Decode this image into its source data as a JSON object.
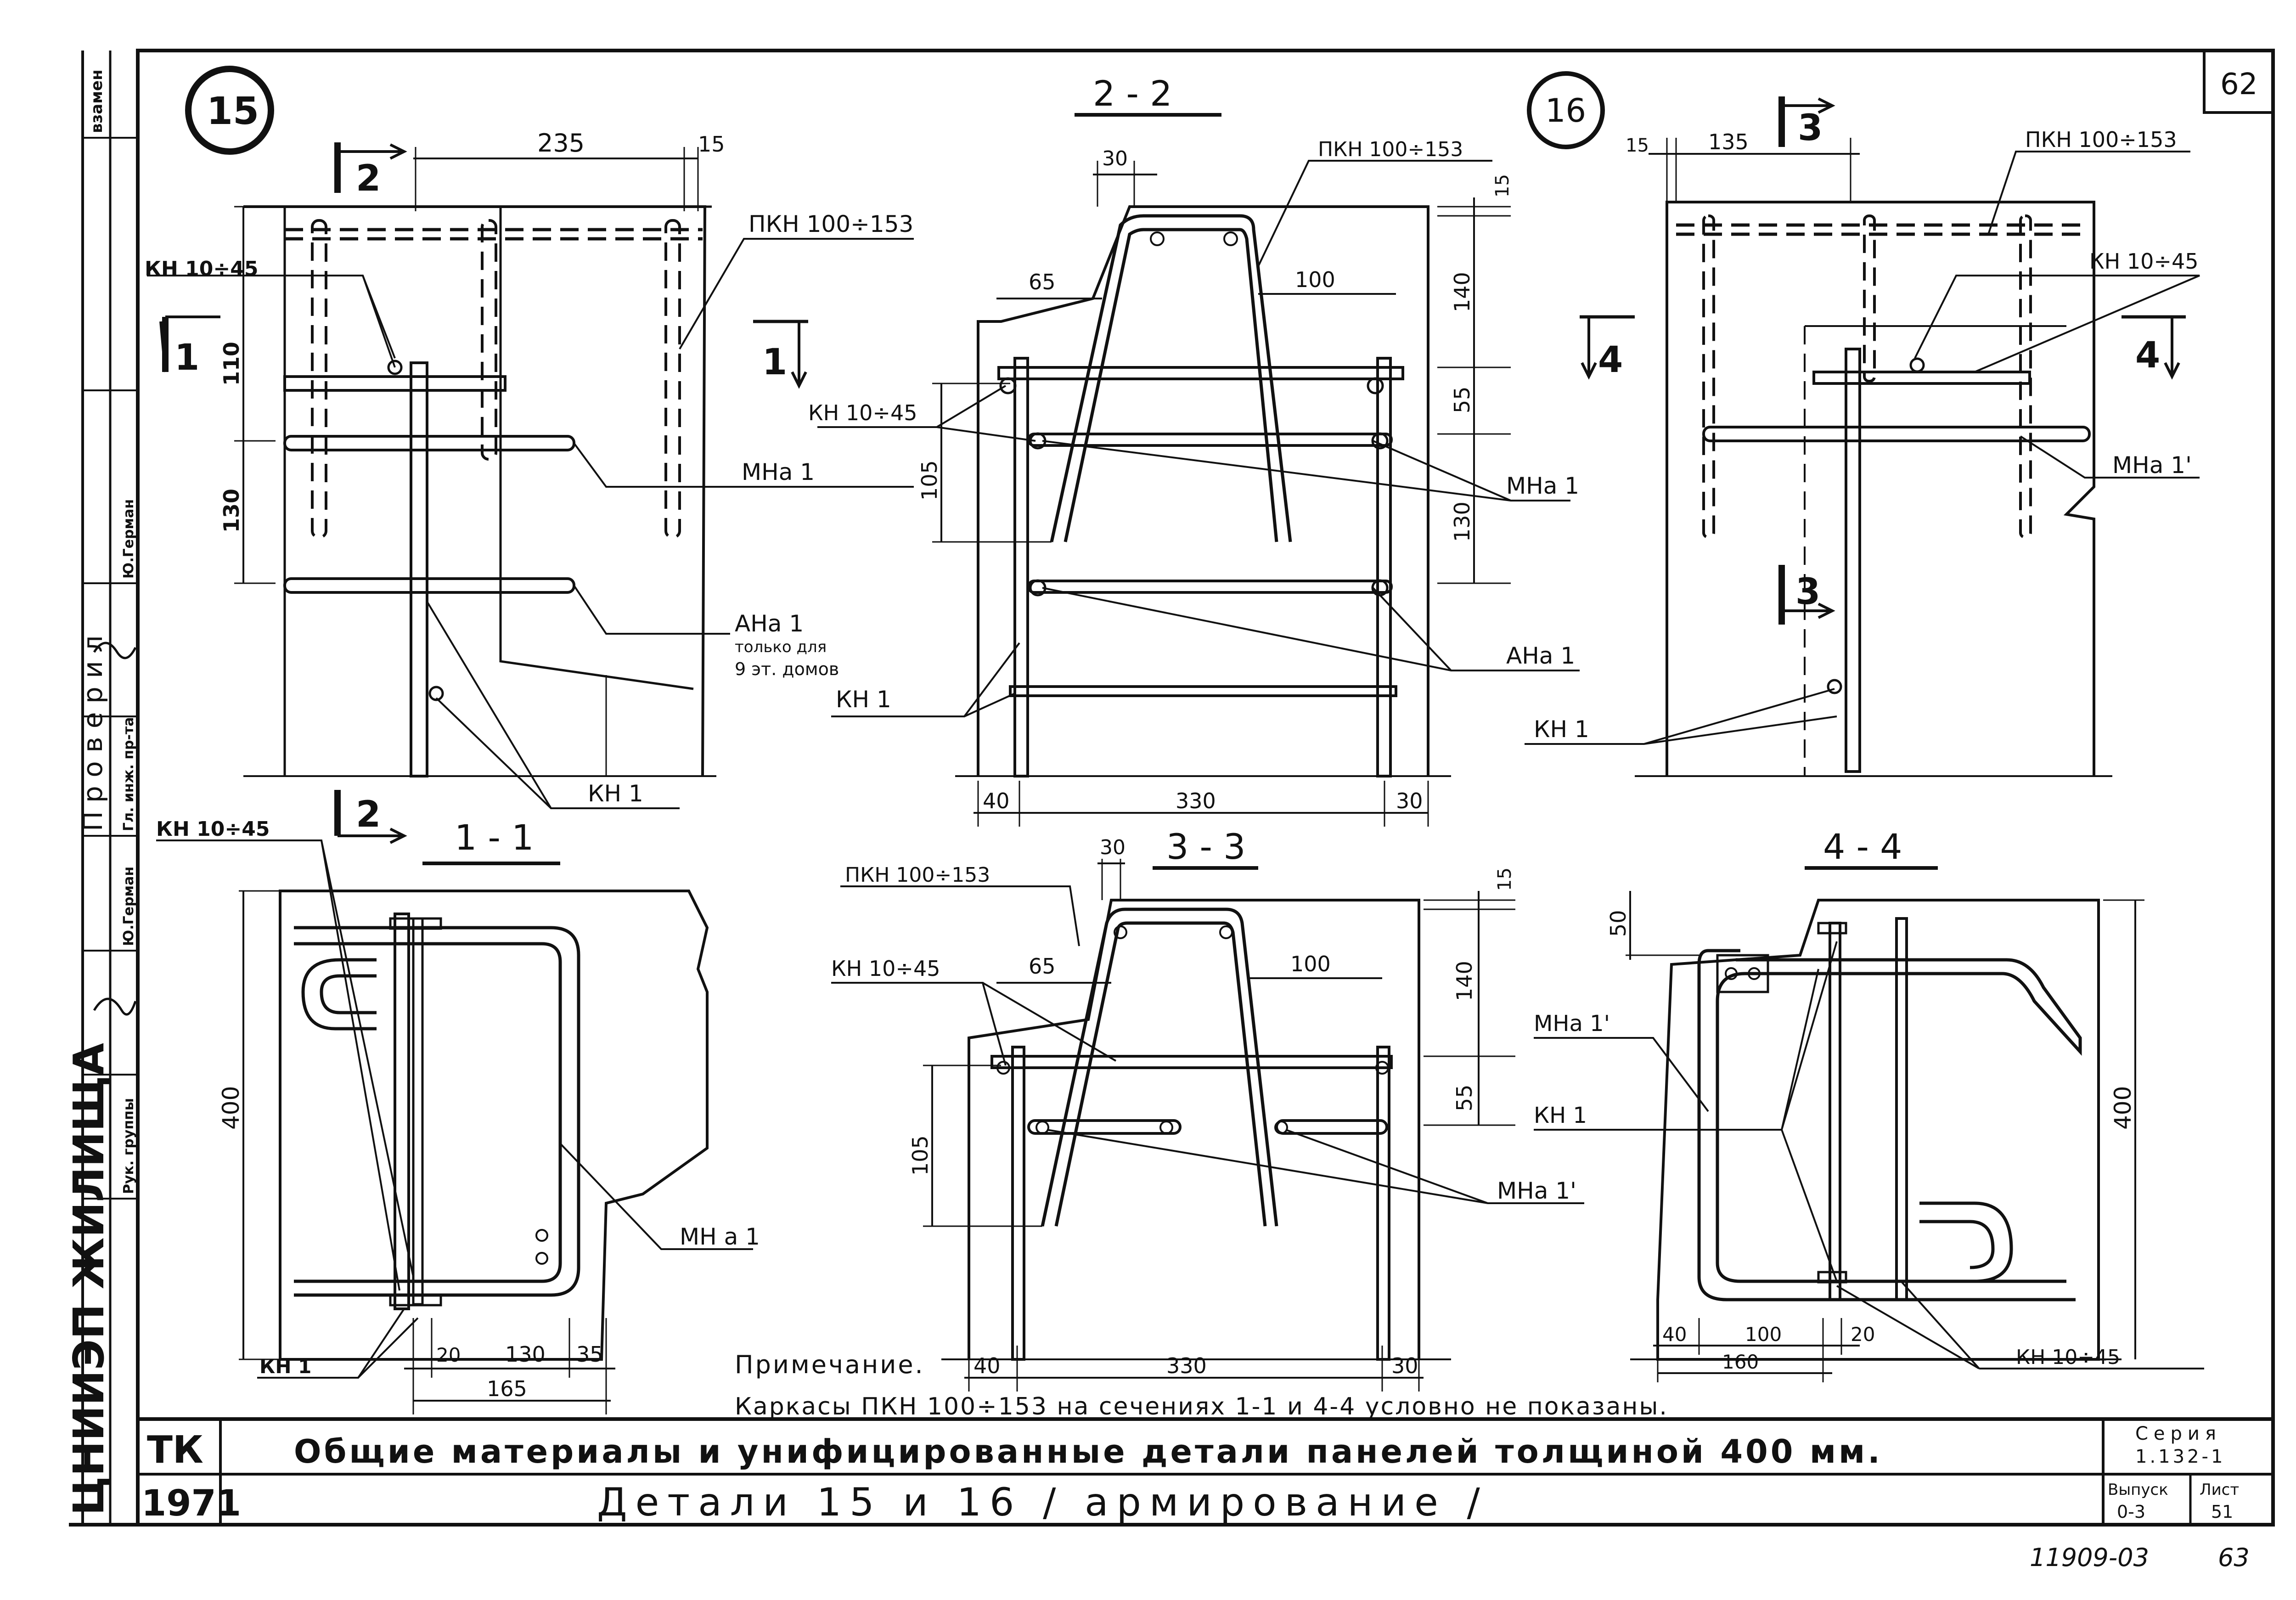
{
  "sheet": {
    "page_number": "62",
    "bottom_stamp": "11909-03",
    "bottom_page": "63"
  },
  "side_stamp": {
    "top": "взамен",
    "org": "ЦНИИЭП ЖИЛИЩА",
    "checked": "П р о в е р и л",
    "role_1": "Гл. инж. пр-та",
    "role_2": "Рук. группы",
    "name_1": "Ю.Герман",
    "name_2": "Ю.Герман"
  },
  "title_block": {
    "tk": "ТК",
    "year": "1971",
    "title_1": "Общие материалы и унифицированные детали панелей толщиной 400 мм.",
    "title_2": "Детали 15 и 16 / армирование /",
    "series_label": "Серия",
    "series_value": "1.132-1",
    "issue_label": "Выпуск",
    "issue_value": "0-3",
    "sheet_label": "Лист",
    "sheet_value": "51"
  },
  "note": {
    "heading": "Примечание.",
    "text": "Каркасы ПКН 100÷153 на сечениях 1-1 и 4-4 условно не показаны."
  },
  "detail_15": {
    "marker": "15",
    "cut_2_top": "2",
    "cut_1_left": "1",
    "cut_1_right": "1",
    "cut_2_bottom": "2",
    "dim_235": "235",
    "dim_15": "15",
    "dim_110": "110",
    "dim_130": "130",
    "label_pkn": "ПКН 100÷153",
    "label_kn_10_45": "КН 10÷45",
    "label_mna1": "МНа 1",
    "label_ana1": "АНа 1",
    "label_ana1_note_1": "только для",
    "label_ana1_note_2": "9 эт. домов",
    "label_kn1": "КН 1"
  },
  "section_2_2": {
    "title": "2 - 2",
    "dim_30": "30",
    "dim_65": "65",
    "dim_100": "100",
    "dim_15": "15",
    "dim_140": "140",
    "dim_55": "55",
    "dim_130": "130",
    "dim_105": "105",
    "dim_40": "40",
    "dim_330": "330",
    "dim_30b": "30",
    "label_pkn": "ПКН 100÷153",
    "label_kn_10_45": "КН 10÷45",
    "label_mna1": "МНа 1",
    "label_ana1": "АНа 1",
    "label_kn1": "КН 1"
  },
  "detail_16": {
    "marker": "16",
    "cut_3_top": "3",
    "cut_4_left": "4",
    "cut_4_right": "4",
    "cut_3_mid": "3",
    "dim_15": "15",
    "dim_135": "135",
    "label_pkn": "ПКН 100÷153",
    "label_kn_10_45": "КН 10÷45",
    "label_mna1p": "МНа 1'",
    "label_kn1": "КН 1"
  },
  "section_1_1": {
    "title": "1 - 1",
    "dim_400": "400",
    "dim_20": "20",
    "dim_130": "130",
    "dim_35": "35",
    "dim_165": "165",
    "label_kn_10_45": "КН 10÷45",
    "label_mna1": "МН а 1",
    "label_kn1": "КН 1"
  },
  "section_3_3": {
    "title": "3 - 3",
    "dim_30": "30",
    "dim_65": "65",
    "dim_100": "100",
    "dim_15": "15",
    "dim_140": "140",
    "dim_55": "55",
    "dim_105": "105",
    "dim_40": "40",
    "dim_330": "330",
    "dim_30b": "30",
    "label_pkn": "ПКН 100÷153",
    "label_kn_10_45": "КН 10÷45",
    "label_mna1p": "МНа 1'"
  },
  "section_4_4": {
    "title": "4 - 4",
    "dim_50": "50",
    "dim_400": "400",
    "dim_40": "40",
    "dim_100": "100",
    "dim_20": "20",
    "dim_160": "160",
    "label_mna1p": "МНа 1'",
    "label_kn1": "КН 1",
    "label_kn_10_45": "КН 10÷45"
  }
}
